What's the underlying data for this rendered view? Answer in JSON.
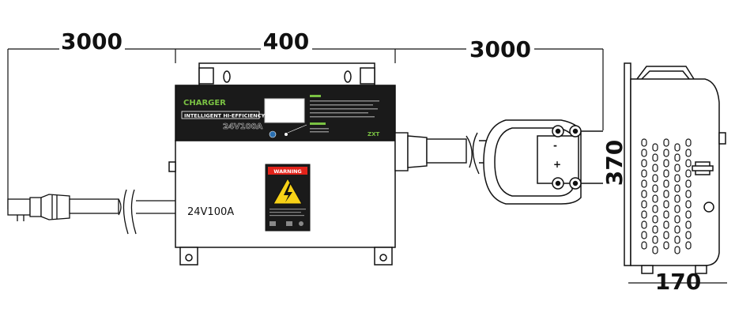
{
  "dimensions": {
    "ac_cable_length": "3000",
    "charger_width": "400",
    "dc_cable_length": "3000",
    "charger_height": "370",
    "charger_depth": "170"
  },
  "front_panel": {
    "title": "CHARGER",
    "subtitle": "INTELLIGENT HI-EFFICIENCY",
    "model_panel": "24V100A",
    "brand": "ZXT"
  },
  "body": {
    "model_label": "24V100A",
    "warning_label": "WARNING"
  },
  "connector": {
    "minus_symbol": "-",
    "plus_symbol": "+"
  },
  "colors": {
    "panel": "#1a1a1a",
    "display": "#ffffff",
    "warning_red": "#e2231a",
    "warning_yellow": "#f7d117"
  }
}
